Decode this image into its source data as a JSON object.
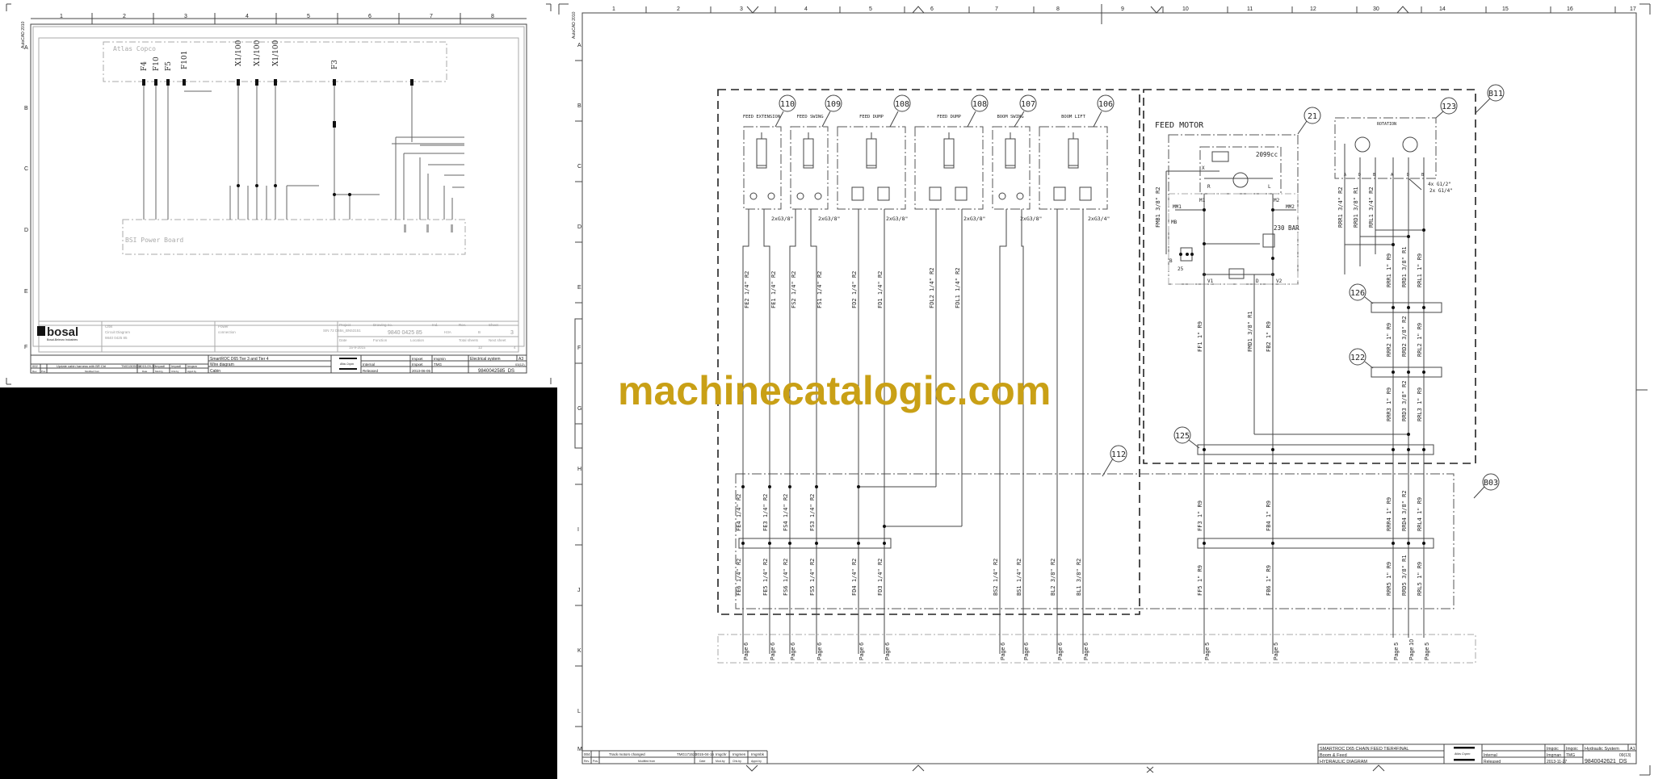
{
  "left_sheet": {
    "app": "AutoCAD 2010",
    "grid_columns": [
      "1",
      "2",
      "3",
      "4",
      "5",
      "6",
      "7",
      "8"
    ],
    "grid_rows": [
      "A",
      "B",
      "C",
      "D",
      "E",
      "F"
    ],
    "groups": {
      "top": "Atlas Copco",
      "bottom": "BSI Power Board"
    },
    "connector_labels": [
      "F4",
      "F10",
      "F5",
      "F101",
      "X1/100",
      "X1/100",
      "X1/100",
      "F3"
    ],
    "inner_titleblock": {
      "company": "bosal",
      "company_tagline": "Bosal-Beleuro Industries",
      "desc_lines": [
        "Cfbs",
        "Circuit Diagram",
        "9840 0425 85"
      ],
      "section": [
        "Power",
        "connection"
      ],
      "project_label": "Project",
      "project": "SIN 72 D65s_BN53151",
      "drawing_no_label": "Drawing no.",
      "drawing_no": "9840 0425 85",
      "ind_label": "Ind.",
      "ind": "H3A",
      "rev_label": "Rev.",
      "rev": "B",
      "sheet_label": "Sheet",
      "sheet": "3",
      "date_label": "Date",
      "date": "15-9-2015",
      "function_label": "Function",
      "location_label": "Location",
      "total_sheets_label": "Total sheets",
      "total_sheets": "12",
      "next_sheet_label": "Next sheet",
      "next_sheet": "4"
    },
    "revision": {
      "rev": "002",
      "text": "Update cabin harness with BR Ctrl",
      "ref": "TMG1505004",
      "date": "2015-09-30",
      "mod_by": "Impadl",
      "chk_by": "Impadl",
      "appd_by": "Imgsm",
      "headers": [
        "Rev.",
        "Pos.",
        "Modified from",
        "Date",
        "Mod.by",
        "Chk.by",
        "Appd.by"
      ]
    },
    "titleblock": {
      "name": "SmartROC D65 Tier 3 and Tier 4",
      "line2": "Wire diagram",
      "line3": "Cabin",
      "brand": "Atlas Copco",
      "confidentiality": "Internal",
      "status": "Released",
      "drawn": "Impxet",
      "design": "Impxet",
      "approver": "Imgmin",
      "drawing_owner": "TMG",
      "date": "2013-06-05",
      "type": "Electrical system",
      "size": "A3",
      "sheet": "03(12)",
      "doc_no": "9840042585_DS"
    }
  },
  "right_sheet": {
    "app": "AutoCAD 2010",
    "grid_columns": [
      "1",
      "2",
      "3",
      "4",
      "5",
      "6",
      "7",
      "8",
      "9",
      "10",
      "11",
      "12",
      "30",
      "14",
      "15",
      "16",
      "17"
    ],
    "grid_rows": [
      "A",
      "B",
      "C",
      "D",
      "E",
      "F",
      "G",
      "H",
      "I",
      "J",
      "K",
      "L",
      "M"
    ],
    "callouts": [
      "110",
      "109",
      "108",
      "108",
      "107",
      "106",
      "21",
      "123",
      "B11",
      "126",
      "122",
      "125",
      "112",
      "B03"
    ],
    "cylinders": [
      {
        "id": "110",
        "name": "FEED EXTENSION",
        "port_note": "2xG3/8\""
      },
      {
        "id": "109",
        "name": "FEED SWING",
        "port_note": "2xG3/8\""
      },
      {
        "id": "108",
        "name": "FEED DUMP",
        "port_note": "2xG3/8\""
      },
      {
        "id": "108",
        "name": "FEED DUMP",
        "port_note": "2xG3/8\""
      },
      {
        "id": "107",
        "name": "BOOM SWING",
        "port_note": "2xG3/8\""
      },
      {
        "id": "106",
        "name": "BOOM LIFT",
        "port_note": "2xG3/4\""
      }
    ],
    "feed_motor": {
      "title": "FEED MOTOR",
      "id": "21",
      "displacement": "2099cc",
      "relief": "230 BAR",
      "ports": [
        "X",
        "R",
        "L",
        "M1",
        "M2",
        "MM1",
        "MM2",
        "MB",
        "B",
        "V1",
        "V2",
        "D",
        "25"
      ],
      "hose": "FMB1 3/8\" R2"
    },
    "rotation": {
      "title": "ROTATION",
      "id": "123",
      "ports": [
        "A",
        "D",
        "B",
        "A",
        "D",
        "B"
      ],
      "notes": [
        "4x G1/2\"",
        "2x G1/4\""
      ]
    },
    "hoses_upper": [
      {
        "tag": "FE2",
        "spec": "1/4\" R2"
      },
      {
        "tag": "FE1",
        "spec": "1/4\" R2"
      },
      {
        "tag": "FS2",
        "spec": "1/4\" R2"
      },
      {
        "tag": "FS1",
        "spec": "1/4\" R2"
      },
      {
        "tag": "FD2",
        "spec": "1/4\" R2"
      },
      {
        "tag": "FD1",
        "spec": "1/4\" R2"
      },
      {
        "tag": "FDL2",
        "spec": "1/4\" R2"
      },
      {
        "tag": "FDL1",
        "spec": "1/4\" R2"
      },
      {
        "tag": "FF1",
        "spec": "1\" R9"
      },
      {
        "tag": "FMD1",
        "spec": "3/8\" R1"
      },
      {
        "tag": "FB2",
        "spec": "1\" R9"
      },
      {
        "tag": "RRR1",
        "spec": "3/4\" R2"
      },
      {
        "tag": "RRD1",
        "spec": "3/8\" R1"
      },
      {
        "tag": "RRL1",
        "spec": "3/4\" R2"
      },
      {
        "tag": "RRR1",
        "spec": "1\" R9"
      },
      {
        "tag": "RRD1",
        "spec": "3/8\" R1"
      },
      {
        "tag": "RRL1",
        "spec": "1\" R9"
      },
      {
        "tag": "RRR2",
        "spec": "1\" R9"
      },
      {
        "tag": "RRD2",
        "spec": "3/8\" R2"
      },
      {
        "tag": "RRL2",
        "spec": "1\" R9"
      },
      {
        "tag": "RRR3",
        "spec": "1\" R9"
      },
      {
        "tag": "RRD3",
        "spec": "3/8\" R2"
      },
      {
        "tag": "RRL3",
        "spec": "1\" R9"
      }
    ],
    "hoses_middle": [
      {
        "tag": "FE4",
        "spec": "1/4\" R2"
      },
      {
        "tag": "FE3",
        "spec": "1/4\" R2"
      },
      {
        "tag": "FS4",
        "spec": "1/4\" R2"
      },
      {
        "tag": "FS3",
        "spec": "1/4\" R2"
      },
      {
        "tag": "FF3",
        "spec": "1\" R9"
      },
      {
        "tag": "FB4",
        "spec": "1\" R9"
      },
      {
        "tag": "RRR4",
        "spec": "1\" R9"
      },
      {
        "tag": "RRD4",
        "spec": "3/8\" R2"
      },
      {
        "tag": "RRL4",
        "spec": "1\" R9"
      }
    ],
    "hoses_lower": [
      {
        "tag": "FE6",
        "spec": "1/4\" R2"
      },
      {
        "tag": "FE5",
        "spec": "1/4\" R2"
      },
      {
        "tag": "FS6",
        "spec": "1/4\" R2"
      },
      {
        "tag": "FS5",
        "spec": "1/4\" R2"
      },
      {
        "tag": "FD4",
        "spec": "1/4\" R2"
      },
      {
        "tag": "FD3",
        "spec": "1/4\" R2"
      },
      {
        "tag": "BS2",
        "spec": "1/4\" R2"
      },
      {
        "tag": "BS1",
        "spec": "1/4\" R2"
      },
      {
        "tag": "BL2",
        "spec": "3/8\" R2"
      },
      {
        "tag": "BL1",
        "spec": "3/8\" R2"
      },
      {
        "tag": "FF5",
        "spec": "1\" R9"
      },
      {
        "tag": "FB6",
        "spec": "1\" R9"
      },
      {
        "tag": "RRR5",
        "spec": "1\" R9"
      },
      {
        "tag": "RRD5",
        "spec": "3/8\" R1"
      },
      {
        "tag": "RRL5",
        "spec": "1\" R9"
      }
    ],
    "page_refs": [
      "6",
      "6",
      "6",
      "6",
      "6",
      "6",
      "6",
      "6",
      "6",
      "6",
      "5",
      "5",
      "5",
      "10",
      "5"
    ],
    "page_word": "Page",
    "revision": {
      "rev": "004",
      "text": "Track motors changed",
      "ref": "TMG171521",
      "date": "2015-04-15",
      "mod_by": "Imgchr",
      "chk_by": "Imgmen",
      "appd_by": "Imgmbk",
      "headers": [
        "Rev.",
        "Pos.",
        "Modified from",
        "Date",
        "Mod.by",
        "Chk.by",
        "Appd.by"
      ]
    },
    "titleblock": {
      "name": "SMARTROC D65 CHAIN FEED TIER4FINAL",
      "line2": "Boom & Feed",
      "line3": "HYDRAULIC DIAGRAM",
      "brand": "Atlas Copco",
      "confidentiality": "Internal",
      "status": "Released",
      "drawn": "Imgoic",
      "design": "Imgman",
      "approver": "Imgoic",
      "drawing_owner": "TMG",
      "date": "2013-11-27",
      "type": "Hydraulic System",
      "size": "A1",
      "sheet": "09(13)",
      "doc_no": "9840042621_DS"
    }
  },
  "watermark": "machinecatalogic.com"
}
